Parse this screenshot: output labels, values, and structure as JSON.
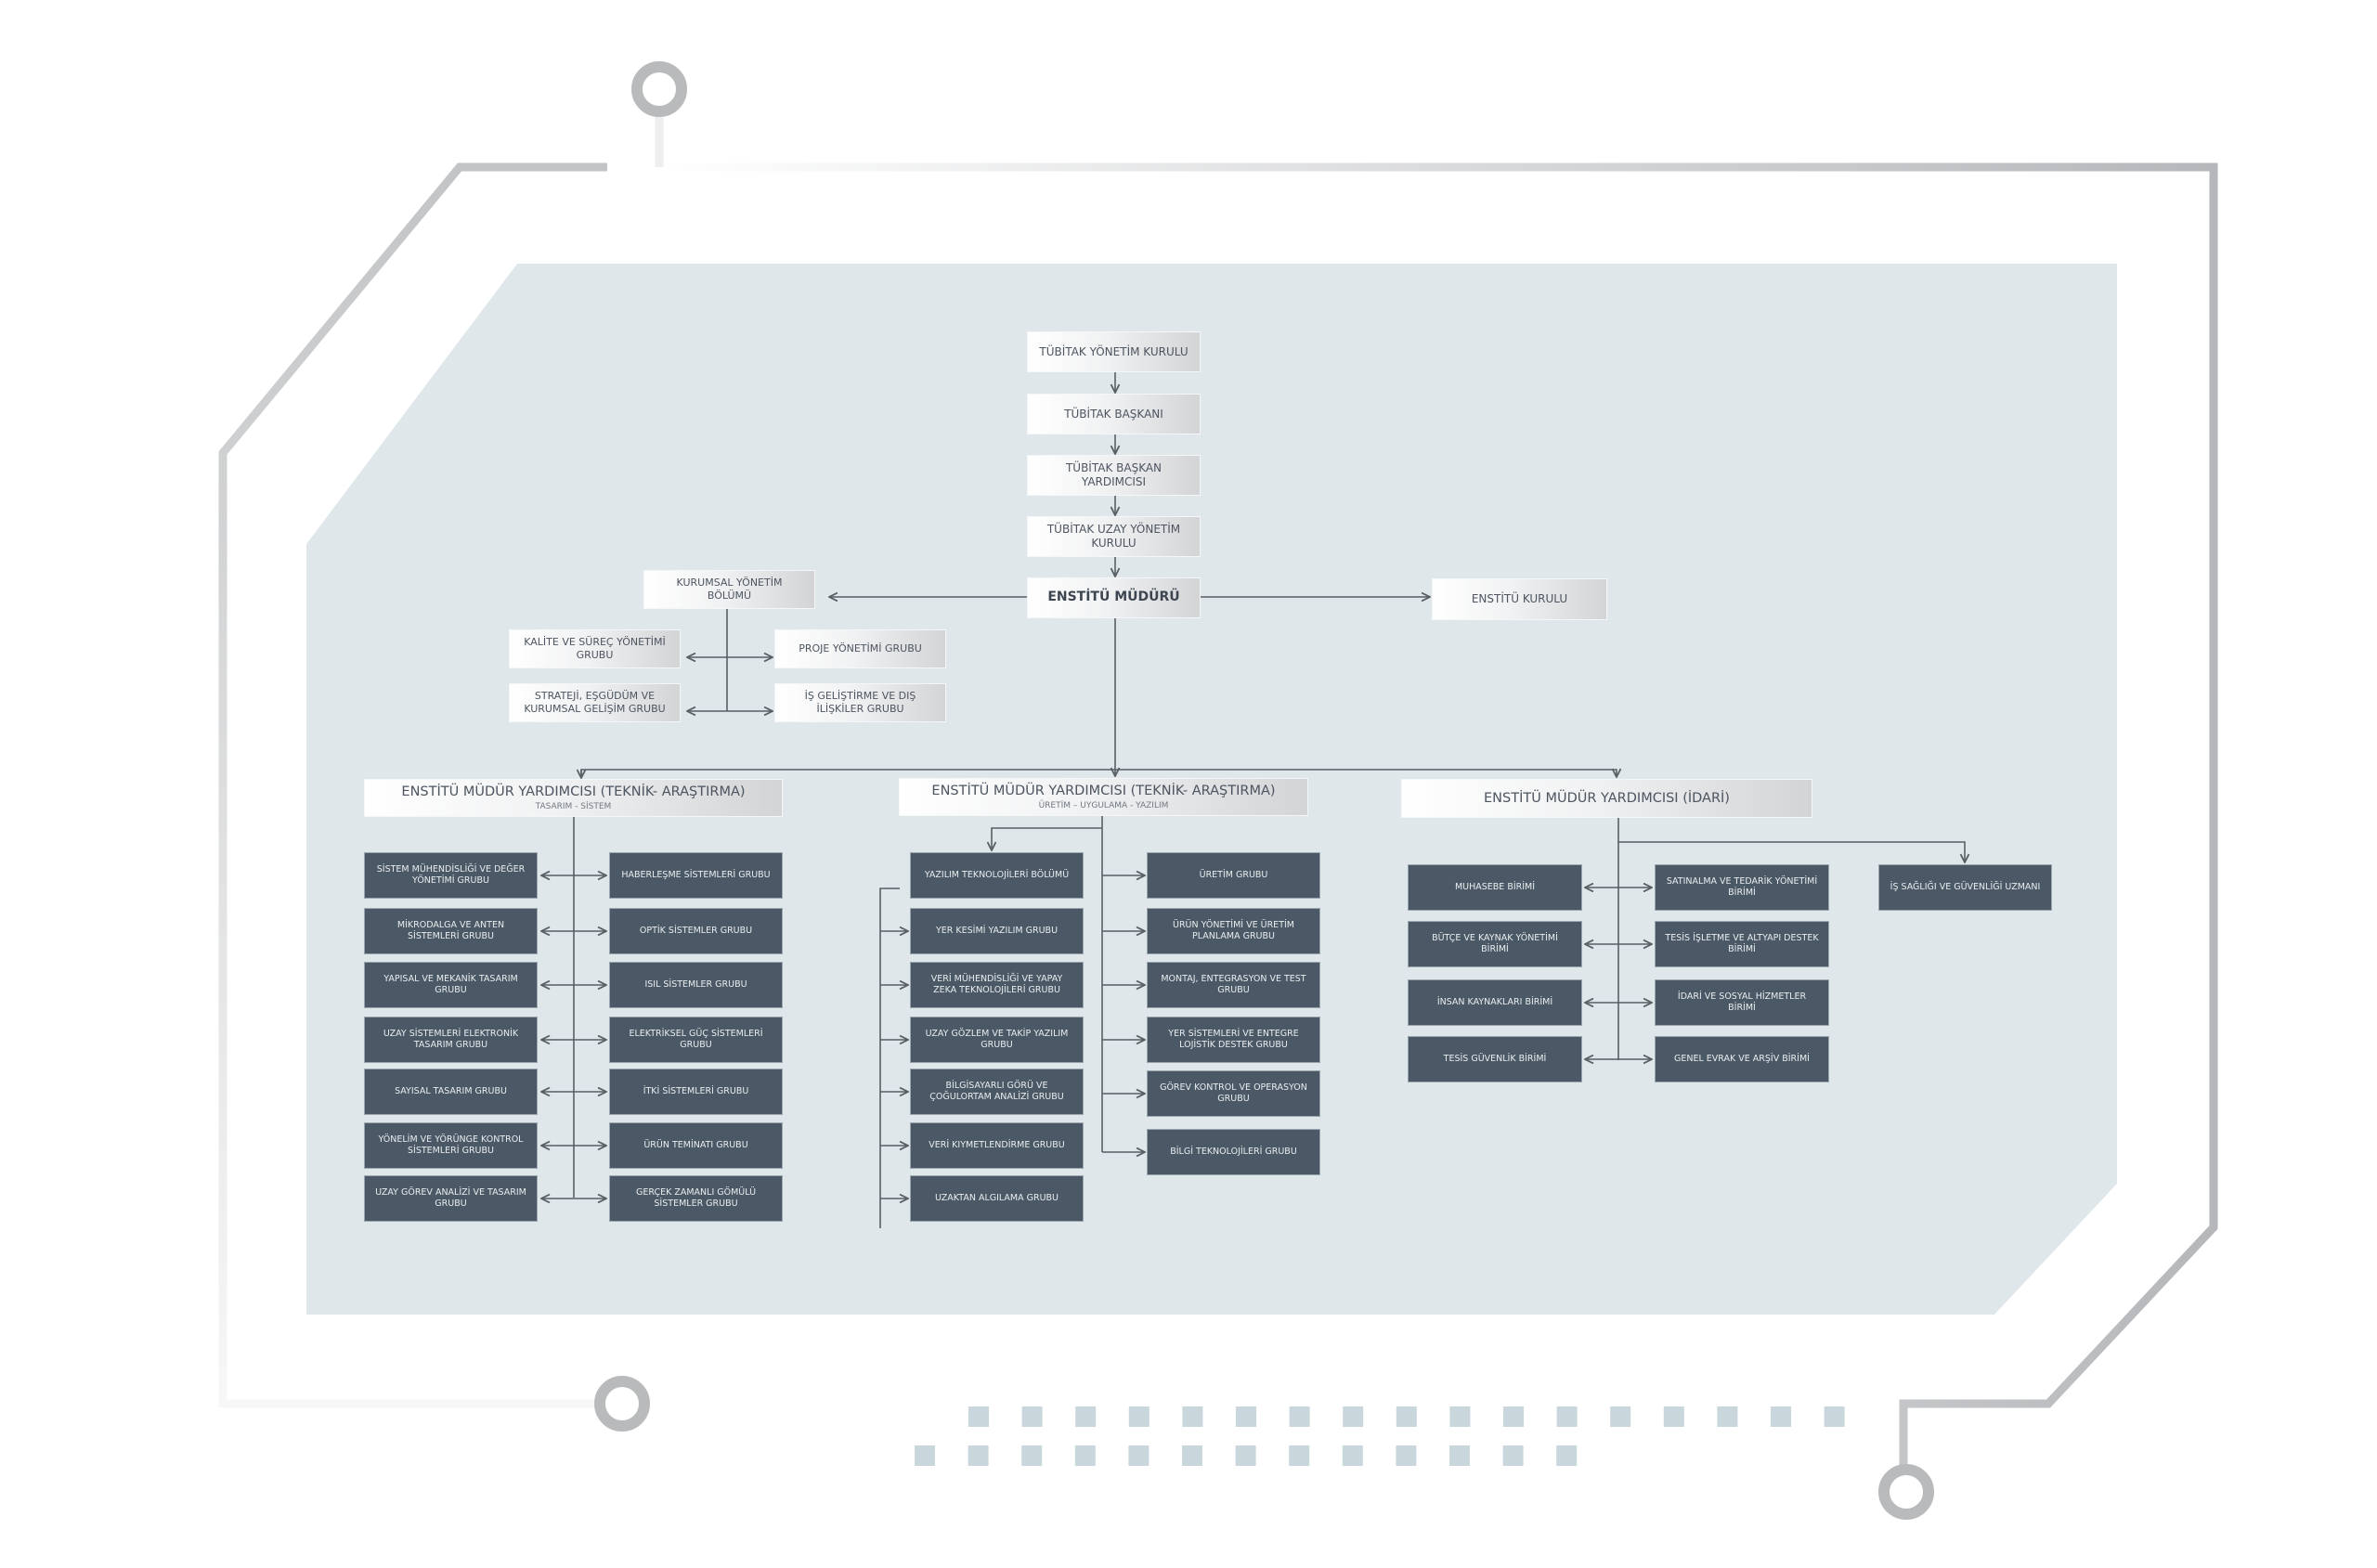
{
  "top_chain": [
    "TÜBİTAK YÖNETİM KURULU",
    "TÜBİTAK BAŞKANI",
    "TÜBİTAK BAŞKAN YARDIMCISI",
    "TÜBİTAK UZAY YÖNETİM KURULU"
  ],
  "director": "ENSTİTÜ MÜDÜRÜ",
  "council": "ENSTİTÜ KURULU",
  "corporate": {
    "title": "KURUMSAL YÖNETİM BÖLÜMÜ",
    "groups": [
      "KALİTE VE SÜREÇ YÖNETİMİ GRUBU",
      "PROJE YÖNETİMİ GRUBU",
      "STRATEJİ, EŞGÜDÜM VE KURUMSAL GELİŞİM GRUBU",
      "İŞ GELİŞTİRME VE DIŞ İLİŞKİLER GRUBU"
    ]
  },
  "deputies": [
    {
      "title": "ENSTİTÜ MÜDÜR YARDIMCISI (TEKNİK- ARAŞTIRMA)",
      "subtitle": "TASARIM - SİSTEM",
      "left": [
        "SİSTEM MÜHENDİSLİĞİ VE DEĞER YÖNETİMİ GRUBU",
        "MİKRODALGA VE ANTEN SİSTEMLERİ GRUBU",
        "YAPISAL VE MEKANİK TASARIM GRUBU",
        "UZAY SİSTEMLERİ ELEKTRONİK TASARIM GRUBU",
        "SAYISAL TASARIM GRUBU",
        "YÖNELİM VE YÖRÜNGE KONTROL SİSTEMLERİ GRUBU",
        "UZAY GÖREV ANALİZİ VE TASARIM GRUBU"
      ],
      "right": [
        "HABERLEŞME SİSTEMLERİ GRUBU",
        "OPTİK SİSTEMLER GRUBU",
        "ISIL SİSTEMLER GRUBU",
        "ELEKTRİKSEL GÜÇ SİSTEMLERİ GRUBU",
        "İTKİ SİSTEMLERİ GRUBU",
        "ÜRÜN TEMİNATI GRUBU",
        "GERÇEK ZAMANLI GÖMÜLÜ SİSTEMLER GRUBU"
      ]
    },
    {
      "title": "ENSTİTÜ MÜDÜR YARDIMCISI (TEKNİK- ARAŞTIRMA)",
      "subtitle": "ÜRETİM – UYGULAMA - YAZILIM",
      "left": [
        "YAZILIM TEKNOLOJİLERİ BÖLÜMÜ",
        "YER KESİMİ YAZILIM GRUBU",
        "VERİ MÜHENDİSLİĞİ VE YAPAY ZEKA TEKNOLOJİLERİ GRUBU",
        "UZAY GÖZLEM VE TAKİP YAZILIM GRUBU",
        "BİLGİSAYARLI GÖRÜ VE ÇOĞULORTAM ANALİZİ GRUBU",
        "VERİ KIYMETLENDİRME GRUBU",
        "UZAKTAN ALGILAMA GRUBU"
      ],
      "right": [
        "ÜRETİM GRUBU",
        "ÜRÜN YÖNETİMİ VE ÜRETİM PLANLAMA GRUBU",
        "MONTAJ, ENTEGRASYON VE TEST GRUBU",
        "YER SİSTEMLERİ VE ENTEGRE LOJİSTİK DESTEK GRUBU",
        "GÖREV KONTROL VE OPERASYON GRUBU",
        "BİLGİ TEKNOLOJİLERİ GRUBU"
      ]
    },
    {
      "title": "ENSTİTÜ MÜDÜR YARDIMCISI (İDARİ)",
      "left": [
        "MUHASEBE BİRİMİ",
        "BÜTÇE VE KAYNAK YÖNETİMİ BİRİMİ",
        "İNSAN KAYNAKLARI BİRİMİ",
        "TESİS GÜVENLİK BİRİMİ"
      ],
      "right": [
        "SATINALMA VE TEDARİK YÖNETİMİ BİRİMİ",
        "TESİS İŞLETME VE ALTYAPI DESTEK BİRİMİ",
        "İDARİ VE SOSYAL HİZMETLER BİRİMİ",
        "GENEL EVRAK VE ARŞİV BİRİMİ"
      ],
      "specialist": "İŞ SAĞLIĞI VE GÜVENLİĞİ UZMANI"
    }
  ],
  "colors": {
    "panel": "#e0e7ea",
    "dark_box": "#4a5965",
    "line": "#5a5f64",
    "deco": "#c9d6dc"
  }
}
